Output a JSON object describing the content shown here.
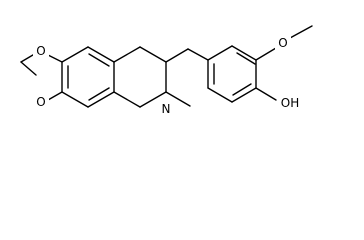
{
  "molecule": {
    "atoms": {
      "o_dioxole_top": "O",
      "o_dioxole_bottom": "O",
      "n_ring": "N",
      "o_methoxy": "O",
      "o_hydroxyl": "OH"
    }
  }
}
